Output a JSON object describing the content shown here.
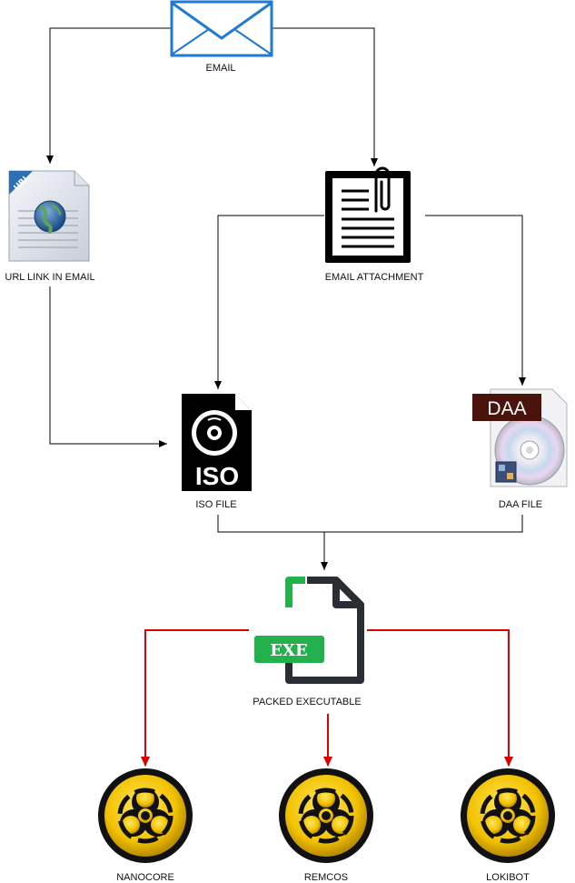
{
  "nodes": {
    "email": {
      "label": "EMAIL",
      "icon": "envelope-icon"
    },
    "url_link": {
      "label": "URL LINK IN EMAIL",
      "icon": "url-document-icon",
      "badge": "URL"
    },
    "attachment": {
      "label": "EMAIL ATTACHMENT",
      "icon": "clipboard-attachment-icon"
    },
    "iso": {
      "label": "ISO FILE",
      "icon": "iso-file-icon",
      "badge": "ISO"
    },
    "daa": {
      "label": "DAA FILE",
      "icon": "daa-disc-icon",
      "badge": "DAA"
    },
    "exe": {
      "label": "PACKED EXECUTABLE",
      "icon": "exe-file-icon",
      "badge": "EXE"
    },
    "nanocore": {
      "label": "NANOCORE",
      "icon": "biohazard-icon"
    },
    "remcos": {
      "label": "REMCOS",
      "icon": "biohazard-icon"
    },
    "lokibot": {
      "label": "LOKIBOT",
      "icon": "biohazard-icon"
    }
  },
  "edges": [
    {
      "from": "EMAIL",
      "to": "URL LINK IN EMAIL"
    },
    {
      "from": "EMAIL",
      "to": "EMAIL ATTACHMENT"
    },
    {
      "from": "URL LINK IN EMAIL",
      "to": "ISO FILE"
    },
    {
      "from": "EMAIL ATTACHMENT",
      "to": "ISO FILE"
    },
    {
      "from": "EMAIL ATTACHMENT",
      "to": "DAA FILE"
    },
    {
      "from": "ISO FILE",
      "to": "PACKED EXECUTABLE"
    },
    {
      "from": "DAA FILE",
      "to": "PACKED EXECUTABLE"
    },
    {
      "from": "PACKED EXECUTABLE",
      "to": "NANOCORE"
    },
    {
      "from": "PACKED EXECUTABLE",
      "to": "REMCOS"
    },
    {
      "from": "PACKED EXECUTABLE",
      "to": "LOKIBOT"
    }
  ],
  "colors": {
    "connector": "#000000",
    "payload_connector": "#dd0000",
    "envelope": "#1d7ad6",
    "exe_badge": "#22b14c",
    "biohazard": "#f2c200"
  }
}
